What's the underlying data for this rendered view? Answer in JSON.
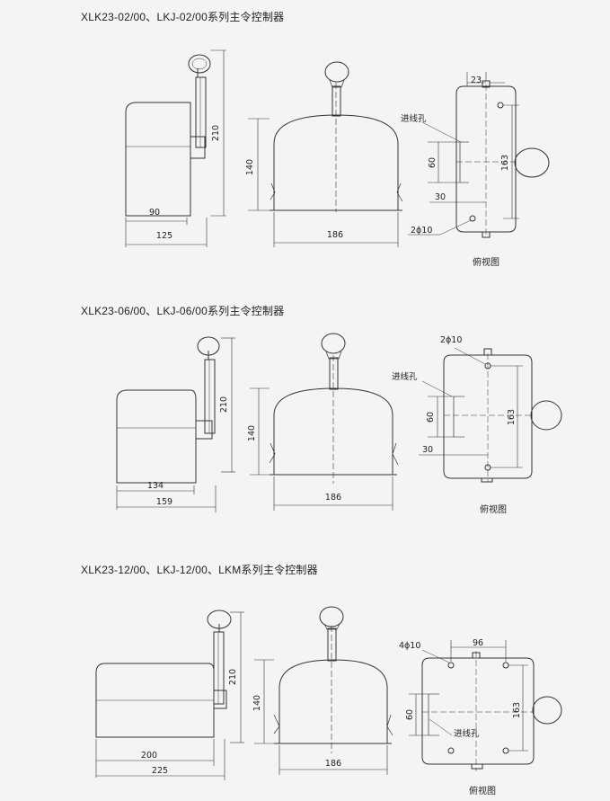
{
  "sections": [
    {
      "title": "XLK23-02/00、LKJ-02/00系列主令控制器",
      "side": {
        "height": "210",
        "width_inner": "90",
        "width_outer": "125"
      },
      "front": {
        "height": "140",
        "width": "186"
      },
      "top": {
        "d_top": "23",
        "hole_label": "进线孔",
        "d_hole": "60",
        "d_side": "163",
        "d_offset": "30",
        "mount": "2ϕ10",
        "caption": "俯视图"
      }
    },
    {
      "title": "XLK23-06/00、LKJ-06/00系列主令控制器",
      "side": {
        "height": "210",
        "width_inner": "134",
        "width_outer": "159"
      },
      "front": {
        "height": "140",
        "width": "186"
      },
      "top": {
        "mount": "2ϕ10",
        "hole_label": "进线孔",
        "d_hole": "60",
        "d_side": "163",
        "d_offset": "30",
        "caption": "俯视图"
      }
    },
    {
      "title": "XLK23-12/00、LKJ-12/00、LKM系列主令控制器",
      "side": {
        "height": "210",
        "width_inner": "200",
        "width_outer": "225"
      },
      "front": {
        "height": "140",
        "width": "186"
      },
      "top": {
        "mount": "4ϕ10",
        "d_top": "96",
        "d_hole": "60",
        "hole_label": "进线孔",
        "d_side": "163",
        "caption": "俯视图"
      }
    }
  ]
}
